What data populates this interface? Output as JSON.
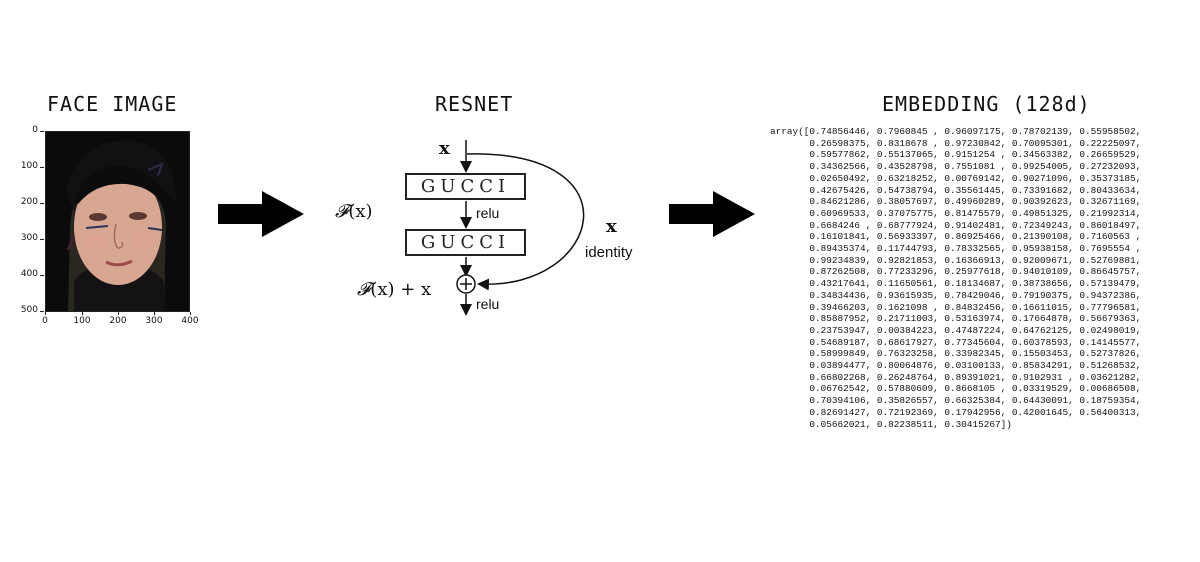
{
  "headings": {
    "face": "FACE IMAGE",
    "resnet": "RESNET",
    "embedding": "EMBEDDING (128d)"
  },
  "face_plot": {
    "y_ticks": [
      "0",
      "100",
      "200",
      "300",
      "400",
      "500"
    ],
    "x_ticks": [
      "0",
      "100",
      "200",
      "300",
      "400"
    ]
  },
  "resnet": {
    "input": "x",
    "block1": "GUCCI",
    "block2": "GUCCI",
    "relu1": "relu",
    "relu2": "relu",
    "fx": "(x)",
    "fx_plus": "(x) + x",
    "skip_x": "x",
    "skip_label": "identity"
  },
  "embedding": {
    "text": "array([0.74856446, 0.7960845 , 0.96097175, 0.78702139, 0.55958502,\n       0.26598375, 0.8318678 , 0.97230842, 0.70095301, 0.22225097,\n       0.59577862, 0.55137065, 0.9151254 , 0.34563382, 0.26659529,\n       0.34362566, 0.43528798, 0.7551081 , 0.99254005, 0.27232093,\n       0.02650492, 0.63218252, 0.00769142, 0.90271096, 0.35373185,\n       0.42675426, 0.54738794, 0.35561445, 0.73391682, 0.80433634,\n       0.84621286, 0.38057697, 0.49960289, 0.90392623, 0.32671169,\n       0.60969533, 0.37075775, 0.81475579, 0.49851325, 0.21992314,\n       0.6684246 , 0.68777924, 0.91402481, 0.72349243, 0.86018497,\n       0.16101841, 0.56933397, 0.86925466, 0.21390108, 0.7160563 ,\n       0.89435374, 0.11744793, 0.78332565, 0.95938158, 0.7695554 ,\n       0.99234839, 0.92821853, 0.16366913, 0.92009671, 0.52769881,\n       0.87262508, 0.77233296, 0.25977618, 0.94010109, 0.86645757,\n       0.43217641, 0.11650561, 0.18134687, 0.38738656, 0.57139479,\n       0.34834436, 0.93615935, 0.78429046, 0.79190375, 0.94372386,\n       0.39466203, 0.1621098 , 0.84832456, 0.16611015, 0.77796581,\n       0.85887952, 0.21711003, 0.53163974, 0.17664878, 0.56679363,\n       0.23753947, 0.00384223, 0.47487224, 0.64762125, 0.02498019,\n       0.54689187, 0.68617927, 0.77345604, 0.60378593, 0.14145577,\n       0.58999849, 0.76323258, 0.33982345, 0.15503453, 0.52737826,\n       0.03894477, 0.80064876, 0.03100133, 0.85834291, 0.51268532,\n       0.66802268, 0.26248764, 0.89391021, 0.9102931 , 0.03621282,\n       0.06762542, 0.57880609, 0.8668105 , 0.03319529, 0.00686508,\n       0.70394106, 0.35826557, 0.66325384, 0.64430091, 0.18759354,\n       0.82691427, 0.72192369, 0.17942956, 0.42001645, 0.56400313,\n       0.05662021, 0.82238511, 0.30415267])"
  }
}
